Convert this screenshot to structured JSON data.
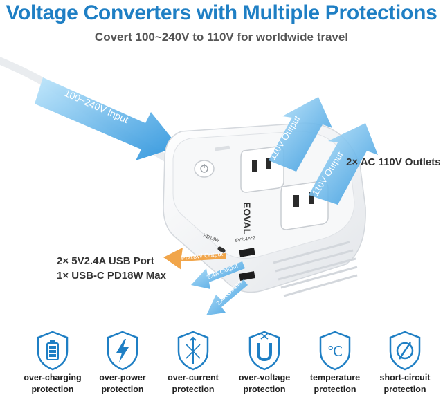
{
  "header": {
    "title": "Voltage Converters with Multiple Protections",
    "subtitle": "Covert 100~240V to 110V for worldwide travel"
  },
  "colors": {
    "accent": "#1f7fc4",
    "arrow_blue": "#3aa0e0",
    "arrow_orange": "#f0a040"
  },
  "product": {
    "brand": "EOVAL",
    "input_arrow": "100~240V Input",
    "output_arrow_1": "110V Output",
    "output_arrow_2": "110V Output",
    "usb_c_arrow": "PD18W Output",
    "usb_arrow_1": "2.4A Output",
    "usb_arrow_2": "2.4A Output",
    "port_label_pd": "PD18W",
    "port_label_usb": "5V2.4A*2"
  },
  "features": {
    "outlets": "2× AC 110V Outlets",
    "usb_line1": "2× 5V2.4A USB Port",
    "usb_line2": "1× USB-C PD18W Max"
  },
  "protections": [
    {
      "line1": "over-charging",
      "line2": "protection",
      "icon": "battery-icon"
    },
    {
      "line1": "over-power",
      "line2": "protection",
      "icon": "lightning-icon"
    },
    {
      "line1": "over-current",
      "line2": "protection",
      "icon": "current-icon"
    },
    {
      "line1": "over-voltage",
      "line2": "protection",
      "icon": "magnet-icon"
    },
    {
      "line1": "temperature",
      "line2": "protection",
      "icon": "celsius-icon"
    },
    {
      "line1": "short-circuit",
      "line2": "protection",
      "icon": "short-circuit-icon"
    }
  ]
}
